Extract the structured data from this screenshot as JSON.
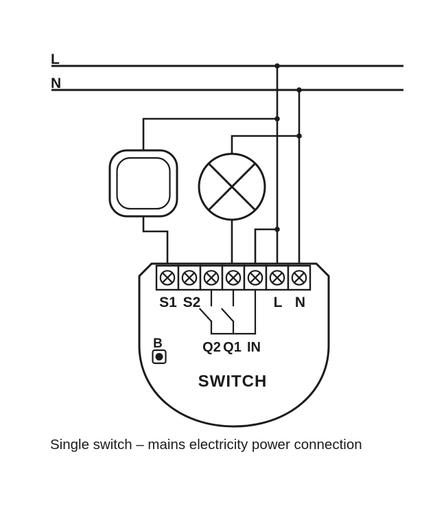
{
  "figure": {
    "caption": "Single switch – mains electricity power connection"
  },
  "mains": {
    "live_label": "L",
    "neutral_label": "N"
  },
  "device": {
    "name": "SWITCH",
    "service_button_label": "B",
    "terminals": {
      "s1": "S1",
      "s2": "S2",
      "live": "L",
      "neutral": "N"
    },
    "internal": {
      "q2": "Q2",
      "q1": "Q1",
      "input": "IN"
    }
  },
  "colors": {
    "line": "#1b1b1b",
    "caption_text": "#5c5c64",
    "background": "#ffffff"
  }
}
